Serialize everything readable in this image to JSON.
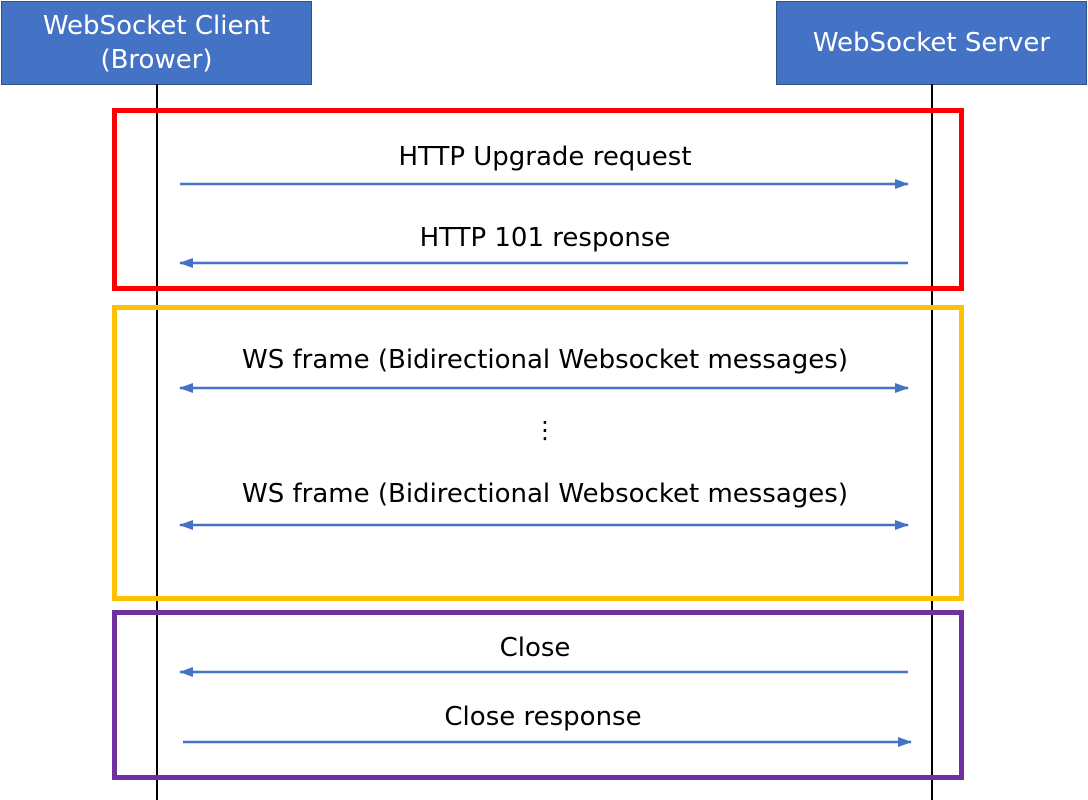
{
  "actors": {
    "client": "WebSocket Client\n(Brower)",
    "server": "WebSocket Server"
  },
  "colors": {
    "actor_fill": "#4472c4",
    "arrow": "#4472c4",
    "handshake_frame": "#ff0000",
    "data_frame": "#ffc000",
    "close_frame": "#7030a0"
  },
  "messages": [
    {
      "label": "HTTP Upgrade request",
      "from": "client",
      "to": "server"
    },
    {
      "label": "HTTP 101 response",
      "from": "server",
      "to": "client"
    },
    {
      "label": "WS frame (Bidirectional Websocket messages)",
      "from": "both",
      "to": "both"
    },
    {
      "label": "⋮"
    },
    {
      "label": "WS frame (Bidirectional Websocket messages)",
      "from": "both",
      "to": "both"
    },
    {
      "label": "Close",
      "from": "server",
      "to": "client"
    },
    {
      "label": "Close response",
      "from": "client",
      "to": "server"
    }
  ]
}
